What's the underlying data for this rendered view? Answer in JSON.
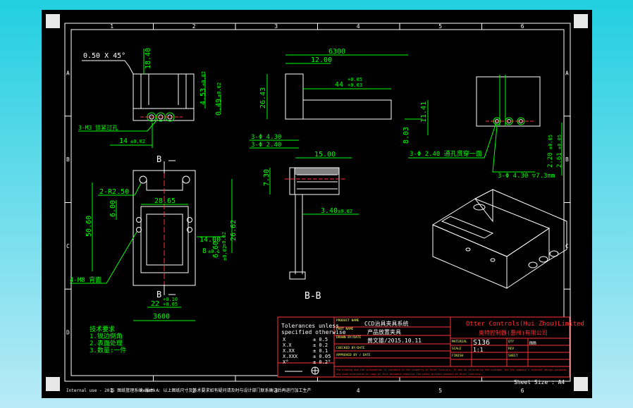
{
  "colors": {
    "background_top": "#21cfe0",
    "background_bottom": "#b9eaf7",
    "sheet": "#000000",
    "frame": "#ffffff",
    "dimension": "#00ff00",
    "part": "#ffffff",
    "title_block": "#ff3b3b",
    "text_yellow": "#ffff66",
    "center_line": "#ff3b3b"
  },
  "zones": {
    "columns": [
      "1",
      "2",
      "3",
      "4",
      "5",
      "6"
    ],
    "rows": [
      "A",
      "B",
      "C",
      "D"
    ]
  },
  "front_view": {
    "chamfer_label": "0.50 X 45°",
    "height_top": "18.40",
    "dim_453": "4.53",
    "dim_453_tol": "±0.02",
    "dim_049": "0.49",
    "dim_049_tol": "±0.02",
    "width_14": "14",
    "width_14_tol": "±0.02",
    "note": "3-M3 锁紧过孔"
  },
  "side_view": {
    "dim_6300": "6300",
    "dim_1200": "12.00",
    "dim_44": "44",
    "dim_44_tol_up": "+0.05",
    "dim_44_tol_down": "+0.03",
    "dim_2643": "26.43",
    "dim_803": "8.03",
    "dim_1141": "11.41"
  },
  "right_view": {
    "note_hole": "3-Φ 2.40 通孔贯穿一面",
    "dim_220": "2.20",
    "dim_220_tol": "±0.05",
    "dim_261": "2.61",
    "dim_261_tol": "±0.05",
    "note_counterbore": "3-Φ 4.30 ▽7.3mm"
  },
  "top_view": {
    "section_label_top": "B",
    "section_label_bottom": "B",
    "radius": "2-R2.50",
    "dim_2865": "28.65",
    "dim_600": "6.00",
    "dim_5060": "50.60",
    "dim_1400": "14.00",
    "dim_1400_tol": "±0.02",
    "dim_8": "8",
    "dim_8_tol": "±0.1",
    "dim_660": "6.60",
    "dim_660_tol": "±0.02",
    "dim_2662": "26.62",
    "dim_22": "22",
    "dim_22_tol_up": "+0.10",
    "dim_22_tol_down": "+0.05",
    "dim_3600": "3600",
    "note_m8": "4-M8 背面"
  },
  "section_view": {
    "label_430": "3-Φ 4.30",
    "label_240": "3-Φ 2.40",
    "dim_1500": "15.00",
    "dim_730": "7.30",
    "dim_340": "3.40",
    "dim_340_tol": "±0.02",
    "title": "B-B"
  },
  "tech_notes": [
    "技术要求",
    "1.锐边倒角",
    "2.表面处理",
    "3.数量:一件"
  ],
  "tolerance": {
    "title1": "Tolerances unless",
    "title2": "specified otherwise",
    "rows": [
      {
        "k": "X",
        "v": "± 0.5"
      },
      {
        "k": "X.X",
        "v": "± 0.2"
      },
      {
        "k": "X.XX",
        "v": "± 0.1"
      },
      {
        "k": "X.XXX",
        "v": "± 0.05"
      },
      {
        "k": "X°",
        "v": "± 0.2°"
      }
    ]
  },
  "title_block": {
    "product_label": "PRODUCT NAME",
    "product_value": "CCD治具夹具系统",
    "part_label": "PART NAME",
    "part_value": "产品放置夹具",
    "drawn_label": "DRAWN BY/DATE",
    "drawn_value": "黄文雄/2015.10.11",
    "checked_label": "CHECKED BY/DATE",
    "approved_label": "APPROVED BY / DATE",
    "material_label": "MATERIAL",
    "finish_label": "FINISH",
    "scale_label": "SCALE",
    "qty_label": "QTY",
    "rev_label": "REV",
    "sheet_label": "SHEET",
    "company_en": "Otter Controls(Hui Zhou)Limited",
    "company_cn": "奥特控制器(惠州)有限公司",
    "drawing_no": "S136",
    "scale_value": "1:1",
    "unit": "mm",
    "disclaimer1": "The drawing and the information it contains is the property of Otter Controls. It may be altered by the customer for its company's internal design purposes.",
    "disclaimer2": "Any such alteration or copy of this document requires the prior written consent of Otter Controls."
  },
  "footer": {
    "left_text": "Internal use - 2015 图纸管理系统 版本 A",
    "middle_text": "Remark : 以上图纸尺寸及技术要求如有疑问请及时与设计部门联系确认后再进行加工生产",
    "sheet_size": "Sheet Size : A4"
  }
}
